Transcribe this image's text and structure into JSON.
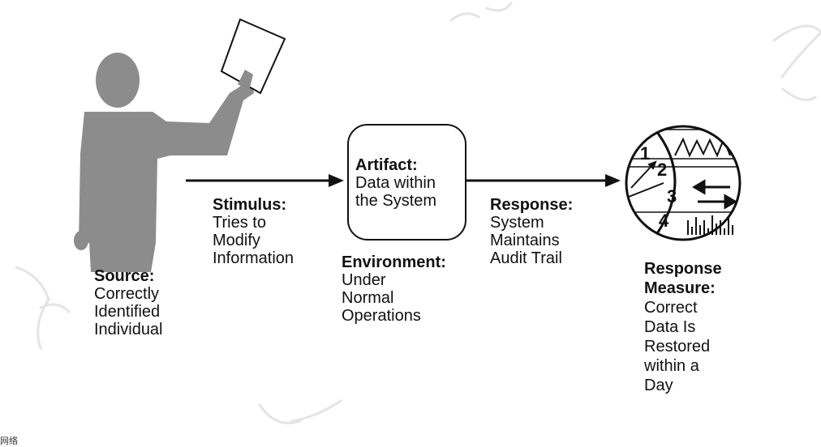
{
  "source": {
    "heading": "Source:",
    "lines": [
      "Correctly",
      "Identified",
      "Individual"
    ]
  },
  "stimulus": {
    "heading": "Stimulus:",
    "lines": [
      "Tries to",
      "Modify",
      "Information"
    ]
  },
  "artifact": {
    "heading": "Artifact:",
    "lines": [
      "Data within",
      "the System"
    ]
  },
  "environment": {
    "heading": "Environment:",
    "lines": [
      "Under",
      "Normal",
      "Operations"
    ]
  },
  "response": {
    "heading": "Response:",
    "lines": [
      "System",
      "Maintains",
      "Audit Trail"
    ]
  },
  "response_measure": {
    "heading_lines": [
      "Response",
      "Measure:"
    ],
    "lines": [
      "Correct",
      "Data Is",
      "Restored",
      "within a",
      "Day"
    ]
  },
  "gauge_numbers": [
    "1",
    "2",
    "3",
    "4"
  ],
  "footer_text": "网络",
  "colors": {
    "figure": "#8c8c8c",
    "stroke": "#111111",
    "watermark": "#e6e6e6"
  },
  "icons": [
    "person-figure",
    "paper-icon",
    "artifact-box",
    "gauge-icon",
    "arrow-icon",
    "watermark"
  ]
}
